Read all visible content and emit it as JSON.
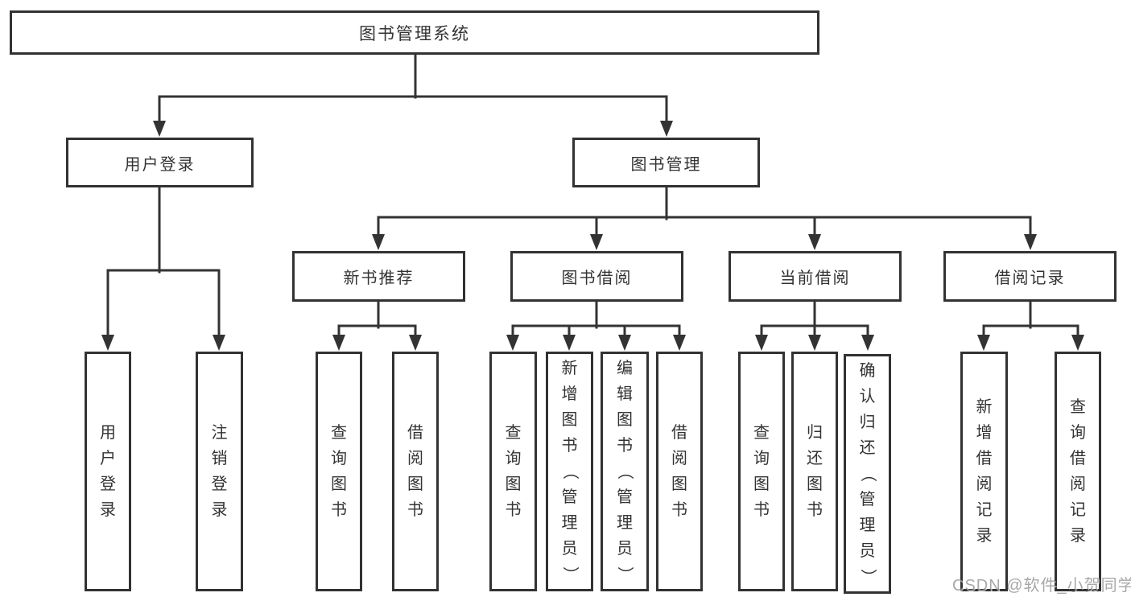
{
  "tree": {
    "root": {
      "label": "图书管理系统"
    },
    "branches": [
      {
        "label": "用户登录",
        "children": [
          "用户登录",
          "注销登录"
        ]
      },
      {
        "label": "图书管理",
        "children": [
          {
            "label": "新书推荐",
            "children": [
              "查询图书",
              "借阅图书"
            ]
          },
          {
            "label": "图书借阅",
            "children": [
              "查询图书",
              "新增图书（管理员）",
              "编辑图书（管理员）",
              "借阅图书"
            ]
          },
          {
            "label": "当前借阅",
            "children": [
              "查询图书",
              "归还图书",
              "确认归还（管理员）"
            ]
          },
          {
            "label": "借阅记录",
            "children": [
              "新增借阅记录",
              "查询借阅记录"
            ]
          }
        ]
      }
    ]
  },
  "watermark": "CSDN @软件_小贺同学",
  "colors": {
    "line": "#333333",
    "box_border": "#323232",
    "text": "#333333",
    "background": "#ffffff",
    "watermark": "#8a8a8a"
  }
}
